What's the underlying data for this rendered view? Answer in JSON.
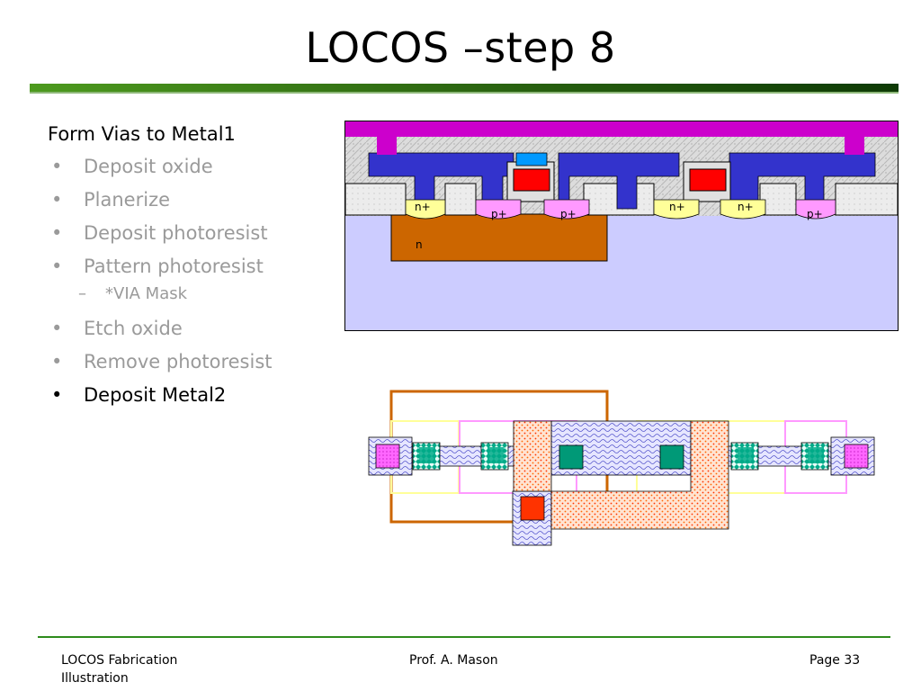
{
  "title": "LOCOS –step 8",
  "bullets": {
    "heading": "Form Vias to Metal1",
    "items": [
      {
        "text": "Deposit oxide"
      },
      {
        "text": "Planerize"
      },
      {
        "text": "Deposit photoresist"
      },
      {
        "text": "Pattern photoresist"
      },
      {
        "text": "*VIA Mask"
      },
      {
        "text": "Etch oxide"
      },
      {
        "text": "Remove photoresist"
      },
      {
        "text": "Deposit Metal2"
      }
    ],
    "bullet_glyph": "•",
    "sub_glyph": "–"
  },
  "cross_section": {
    "labels": {
      "n_plus_1": "n+",
      "p_plus_1": "p+",
      "p_plus_2": "p+",
      "n_plus_2": "n+",
      "n_plus_3": "n+",
      "p_plus_3": "p+",
      "nwell": "n"
    }
  },
  "footer": {
    "left": "LOCOS Fabrication Illustration",
    "center": "Prof. A. Mason",
    "right": "Page 33"
  },
  "colors": {
    "title_bar": "#2f6b12",
    "metal2": "#cc00cc",
    "metal1": "#3333cc",
    "oxide": "#d8d8d8",
    "substrate": "#ccccff",
    "nwell": "#cc6600",
    "n_plus": "#ffff99",
    "p_plus": "#ff99ff",
    "poly": "#ff0000",
    "via": "#0099ff",
    "footer_line": "#2e8b1c"
  }
}
